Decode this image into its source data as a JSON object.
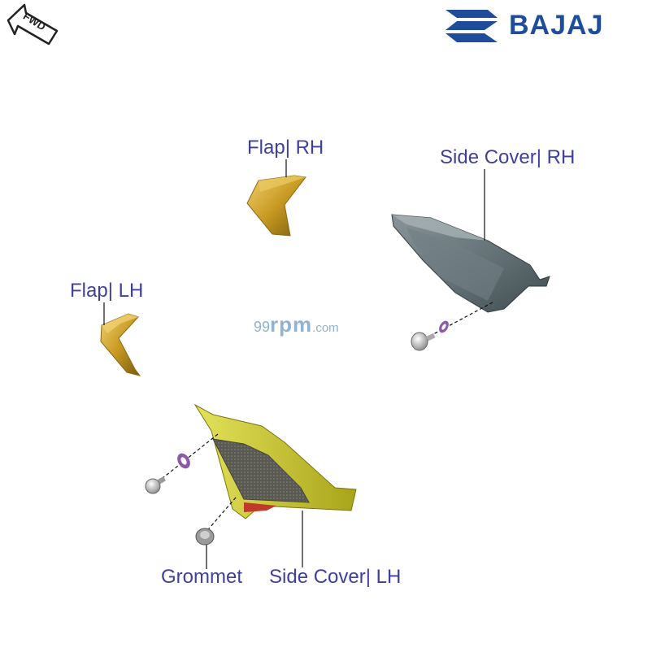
{
  "brand": {
    "name": "BAJAJ",
    "color": "#1f4d9c"
  },
  "direction_badge": {
    "text": "FWD",
    "icon": "forward-arrow-icon"
  },
  "watermark": {
    "part1": "99",
    "part2": "rpm",
    "part3": ".com"
  },
  "callouts": {
    "flap_rh": "Flap| RH",
    "flap_lh": "Flap| LH",
    "side_cover_rh": "Side Cover| RH",
    "side_cover_lh": "Side Cover| LH",
    "grommet": "Grommet"
  },
  "colors": {
    "label": "#3f3fa0",
    "flap": "#c8a02a",
    "cover_rh": "#5f6e72",
    "cover_lh": "#c9c52a",
    "washer": "#8a5aa8"
  }
}
